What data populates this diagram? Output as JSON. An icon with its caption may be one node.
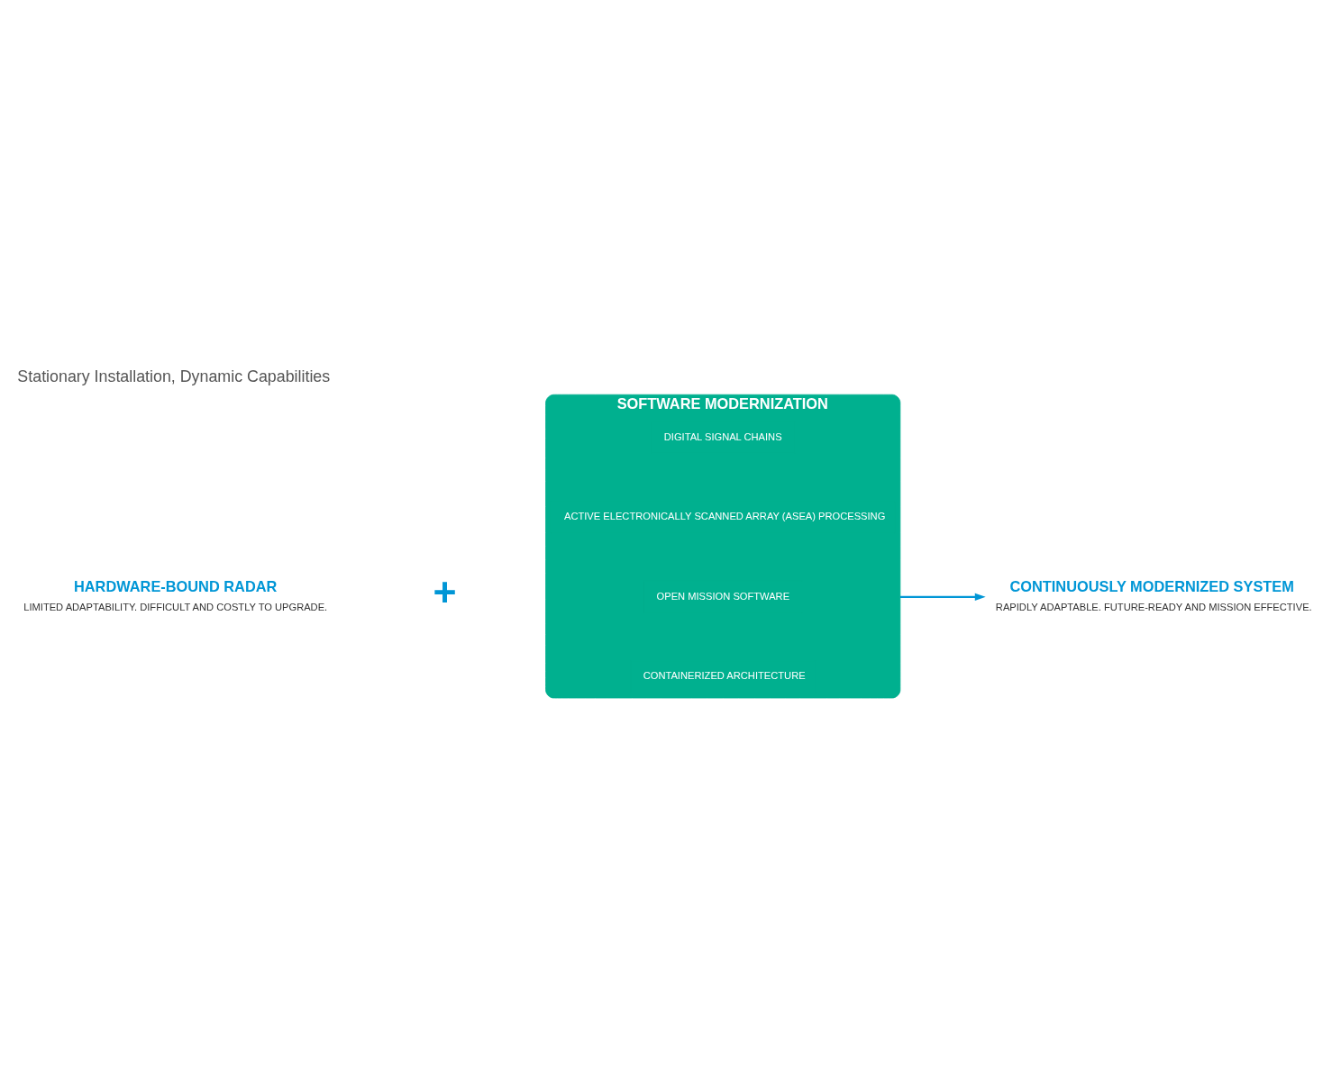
{
  "diagram": {
    "title": "Stationary Installation, Dynamic Capabilities",
    "nodes": [
      {
        "text": [
          "HARDWARE-BOUND RADAR",
          "LIMITED ADAPTABILITY. DIFFICULT AND COSTLY TO UPGRADE."
        ]
      },
      {
        "text": [
          "SOFTWARE MODERNIZATION"
        ]
      },
      {
        "text": [
          "DIGITAL SIGNAL CHAINS"
        ],
        "in": 1
      },
      {
        "text": [
          "ACTIVE ELECTRONICALLY SCANNED ARRAY (ASEA) PROCESSING"
        ],
        "in": 1
      },
      {
        "text": [
          "OPEN MISSION SOFTWARE"
        ],
        "in": 1
      },
      {
        "text": [
          "CONTAINERIZED ARCHITECTURE"
        ],
        "in": 1
      },
      {
        "text": [
          "CONTINUOUSLY MODERNIZED SYSTEM",
          "RAPIDLY ADAPTABLE. FUTURE-READY AND MISSION EFFECTIVE."
        ]
      }
    ],
    "edges": [
      {
        "from": 1,
        "to": 6,
        "arrow": "to"
      }
    ],
    "labels": [
      "+"
    ]
  }
}
